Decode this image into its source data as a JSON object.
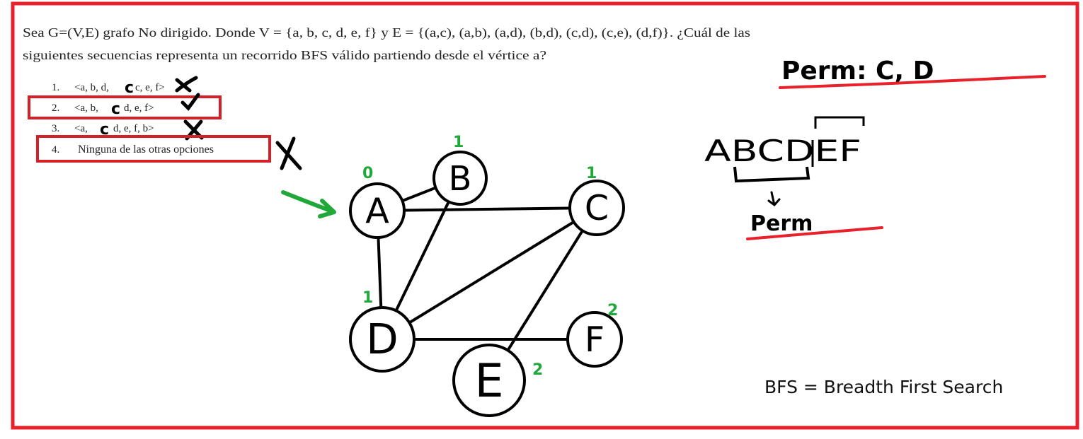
{
  "question": {
    "line1": "Sea G=(V,E) grafo No dirigido. Donde V = {a, b, c, d, e, f} y E = {(a,c), (a,b), (a,d), (b,d), (c,d), (c,e), (d,f)}. ¿Cuál de las",
    "line2": "siguientes secuencias representa un recorrido BFS válido partiendo desde el vértice a?"
  },
  "options": [
    {
      "num": "1.",
      "pre": "<a, b, d,",
      "mark": "c",
      "post": "c, e, f>",
      "verdict": "wrong"
    },
    {
      "num": "2.",
      "pre": "<a, b,",
      "mark": "c",
      "post": "d, e, f>",
      "verdict": "correct"
    },
    {
      "num": "3.",
      "pre": "<a,",
      "mark": "c",
      "post": "d, e, f, b>",
      "verdict": "wrong"
    },
    {
      "num": "4.",
      "pre": "Ninguna de las otras opciones",
      "mark": "",
      "post": "",
      "verdict": "wrong"
    }
  ],
  "graph": {
    "nodes": [
      {
        "id": "A",
        "level": "0"
      },
      {
        "id": "B",
        "level": "1"
      },
      {
        "id": "C",
        "level": "1"
      },
      {
        "id": "D",
        "level": "1"
      },
      {
        "id": "E",
        "level": "2"
      },
      {
        "id": "F",
        "level": "2"
      }
    ],
    "edges": [
      [
        "A",
        "B"
      ],
      [
        "A",
        "C"
      ],
      [
        "A",
        "D"
      ],
      [
        "B",
        "D"
      ],
      [
        "C",
        "D"
      ],
      [
        "C",
        "E"
      ],
      [
        "D",
        "F"
      ]
    ]
  },
  "notes": {
    "perm_top": "Perm: C, D",
    "sequence": "ABCDEF",
    "perm_bottom": "Perm",
    "footer": "BFS = Breadth First Search"
  },
  "colors": {
    "frame": "#e8212b",
    "highlight": "#d42027",
    "underline": "#e8212b",
    "level_green": "#20a83a",
    "arrow_green": "#20a83a",
    "ink": "#000000"
  }
}
